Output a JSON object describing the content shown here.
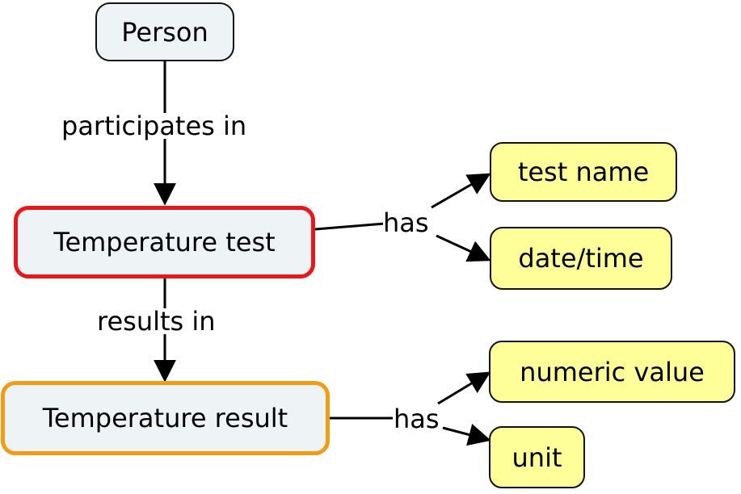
{
  "nodes": {
    "person": "Person",
    "temperature_test": "Temperature test",
    "temperature_result": "Temperature result",
    "test_name": "test name",
    "date_time": "date/time",
    "numeric_value": "numeric value",
    "unit": "unit"
  },
  "links": {
    "participates_in": "participates in",
    "results_in": "results in",
    "test_has": "has",
    "result_has": "has"
  },
  "colors": {
    "concept_fill": "#eef3f5",
    "attribute_fill": "#ffff99",
    "test_border": "#e8171b",
    "result_border": "#f29b16"
  }
}
